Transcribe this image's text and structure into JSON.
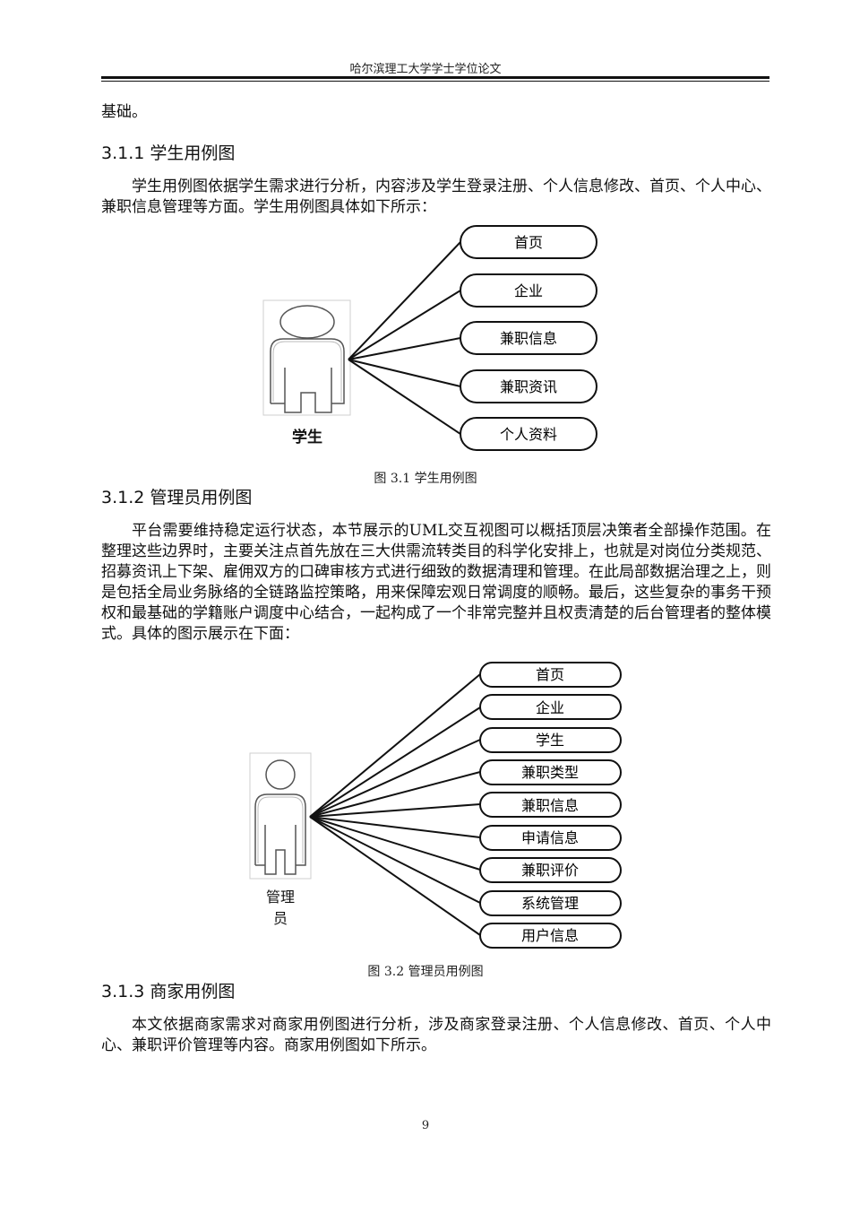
{
  "header": {
    "title": "哈尔滨理工大学学士学位论文"
  },
  "continuation": "基础。",
  "sections": [
    {
      "heading": "3.1.1 学生用例图",
      "paragraph": "学生用例图依据学生需求进行分析，内容涉及学生登录注册、个人信息修改、首页、个人中心、兼职信息管理等方面。学生用例图具体如下所示：",
      "figure": {
        "actor": "学生",
        "use_cases": [
          "首页",
          "企业",
          "兼职信息",
          "兼职资讯",
          "个人资料"
        ],
        "caption": "图 3.1  学生用例图"
      }
    },
    {
      "heading": "3.1.2 管理员用例图",
      "paragraph": "平台需要维持稳定运行状态，本节展示的UML交互视图可以概括顶层决策者全部操作范围。在整理这些边界时，主要关注点首先放在三大供需流转类目的科学化安排上，也就是对岗位分类规范、招募资讯上下架、雇佣双方的口碑审核方式进行细致的数据清理和管理。在此局部数据治理之上，则是包括全局业务脉络的全链路监控策略，用来保障宏观日常调度的顺畅。最后，这些复杂的事务干预权和最基础的学籍账户调度中心结合，一起构成了一个非常完整并且权责清楚的后台管理者的整体模式。具体的图示展示在下面：",
      "figure": {
        "actor_line1": "管理",
        "actor_line2": "员",
        "use_cases": [
          "首页",
          "企业",
          "学生",
          "兼职类型",
          "兼职信息",
          "申请信息",
          "兼职评价",
          "系统管理",
          "用户信息"
        ],
        "caption": "图 3.2  管理员用例图"
      }
    },
    {
      "heading": "3.1.3 商家用例图",
      "paragraph": "本文依据商家需求对商家用例图进行分析，涉及商家登录注册、个人信息修改、首页、个人中心、兼职评价管理等内容。商家用例图如下所示。"
    }
  ],
  "page_number": "9"
}
